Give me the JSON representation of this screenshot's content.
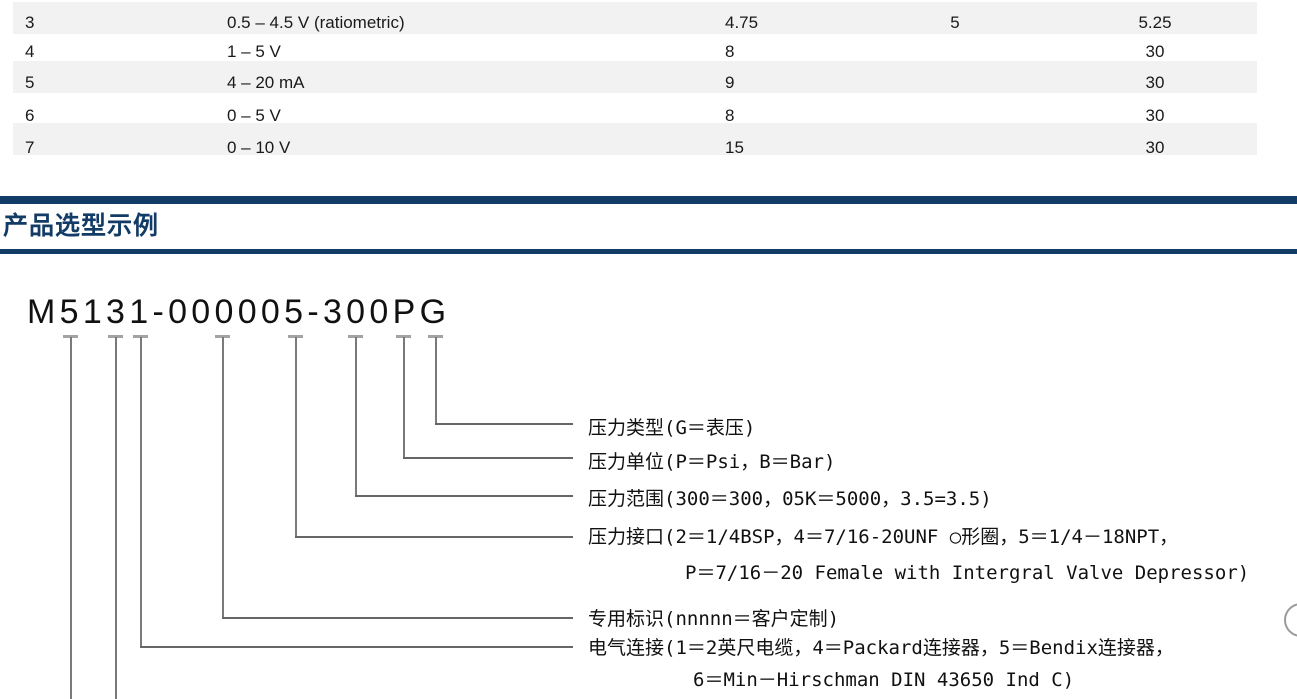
{
  "table": {
    "rows": [
      [
        "3",
        "0.5 – 4.5 V (ratiometric)",
        "4.75",
        "5",
        "5.25"
      ],
      [
        "4",
        "1 – 5 V",
        "8",
        "",
        "30"
      ],
      [
        "5",
        "4 – 20 mA",
        "9",
        "",
        "30"
      ],
      [
        "6",
        "0 – 5 V",
        "8",
        "",
        "30"
      ],
      [
        "7",
        "0 – 10 V",
        "15",
        "",
        "30"
      ]
    ]
  },
  "section": {
    "title": "产品选型示例"
  },
  "part_number": {
    "text": "M5131-000005-300PG"
  },
  "callouts": [
    {
      "name": "pressure-type",
      "label": "压力类型(G＝表压)"
    },
    {
      "name": "pressure-unit",
      "label": "压力单位(P＝Psi，B＝Bar)"
    },
    {
      "name": "pressure-range",
      "label": "压力范围(300＝300，05K＝5000，3.5=3.5)"
    },
    {
      "name": "pressure-port",
      "label": "压力接口(2＝1/4BSP，4＝7/16-20UNF ○形圈，5＝1/4－18NPT，",
      "label2": "P＝7/16－20 Female with Intergral Valve Depressor)"
    },
    {
      "name": "custom-id",
      "label": "专用标识(nnnnn＝客户定制)"
    },
    {
      "name": "electrical-connection",
      "label": "电气连接(1＝2英尺电缆，4＝Packard连接器，5＝Bendix连接器，",
      "label2": "6＝Min－Hirschman DIN 43650 Ind C)"
    }
  ],
  "colors": {
    "accent_navy": "#123b66",
    "row_stripe": "#f2f2f2",
    "connector_gray": "#7a7a7a"
  }
}
